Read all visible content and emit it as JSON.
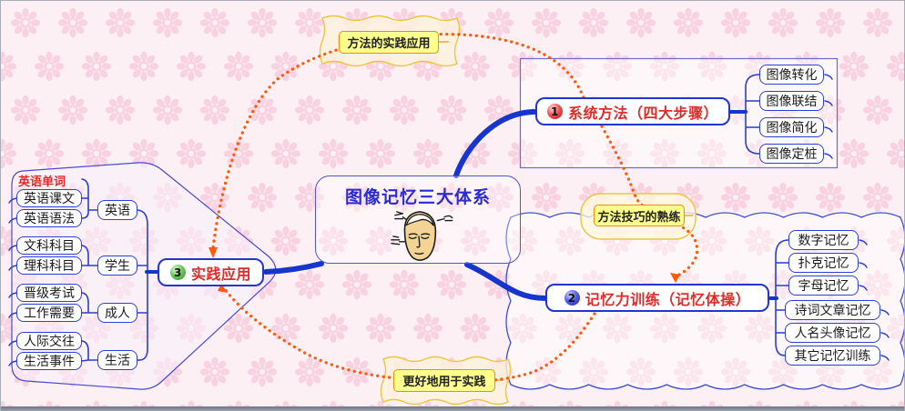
{
  "central": {
    "title": "图像记忆三大体系"
  },
  "branches": {
    "b1": {
      "num": "1",
      "label": "系统方法（四大步骤）",
      "items": [
        "图像转化",
        "图像联结",
        "图像简化",
        "图像定桩"
      ]
    },
    "b2": {
      "num": "2",
      "label": "记忆力训练（记忆体操）",
      "items": [
        "数字记忆",
        "扑克记忆",
        "字母记忆",
        "诗词文章记忆",
        "人名头像记忆",
        "其它记忆训练"
      ]
    },
    "b3": {
      "num": "3",
      "label": "实践应用",
      "groups": [
        {
          "label": "英语",
          "children": [
            "英语单词",
            "英语课文",
            "英语语法"
          ]
        },
        {
          "label": "学生",
          "children": [
            "文科科目",
            "理科科目"
          ]
        },
        {
          "label": "成人",
          "children": [
            "晋级考试",
            "工作需要"
          ]
        },
        {
          "label": "生活",
          "children": [
            "人际交往",
            "生活事件"
          ]
        }
      ]
    }
  },
  "callouts": [
    "方法的实践应用",
    "方法技巧的熟练",
    "更好地用于实践"
  ],
  "colors": {
    "branch_line": "#1535cd",
    "node_border": "#2334d0",
    "main_text_red": "#e02b2b",
    "central_title_blue": "#2a2ad2",
    "dotted_arrow_orange": "#ff5a0a",
    "callout_fill_yellow": "#ffff8e",
    "callout_border_orange": "#ef8e06",
    "background_pink": "#fdf0f4",
    "flower_pink": "#f8d2e1"
  }
}
